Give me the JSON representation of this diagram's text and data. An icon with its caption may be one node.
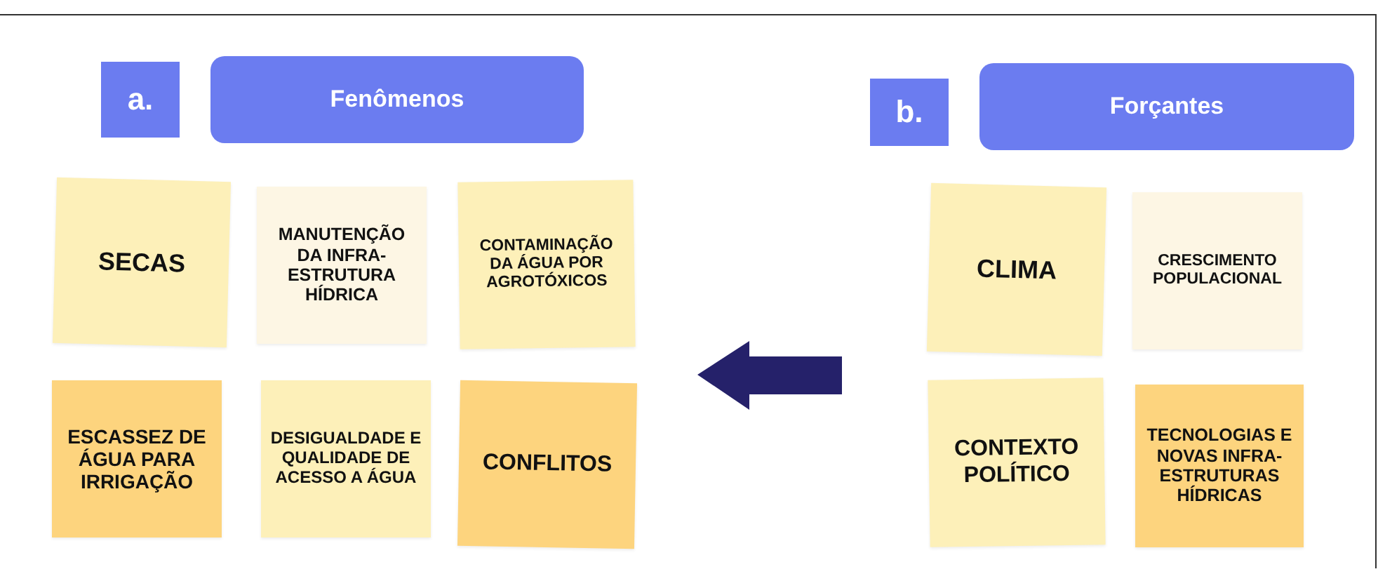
{
  "diagram": {
    "nodes": [
      {
        "text": [
          "a."
        ]
      },
      {
        "text": [
          "Fenômenos"
        ]
      },
      {
        "text": [
          "b."
        ]
      },
      {
        "text": [
          "Forçantes"
        ]
      },
      {
        "text": [
          "SECAS"
        ]
      },
      {
        "text": [
          "MANUTENÇÃO DA INFRA-ESTRUTURA HÍDRICA"
        ]
      },
      {
        "text": [
          "CONTAMINAÇÃO DA ÁGUA POR AGROTÓXICOS"
        ]
      },
      {
        "text": [
          "ESCASSEZ DE ÁGUA PARA IRRIGAÇÃO"
        ]
      },
      {
        "text": [
          "DESIGUALDADE E QUALIDADE DE ACESSO A ÁGUA"
        ]
      },
      {
        "text": [
          "CONFLITOS"
        ]
      },
      {
        "text": [
          "CLIMA"
        ]
      },
      {
        "text": [
          "CRESCIMENTO POPULACIONAL"
        ]
      },
      {
        "text": [
          "CONTEXTO POLÍTICO"
        ]
      },
      {
        "text": [
          "TECNOLOGIAS E NOVAS INFRA-ESTRUTURAS HÍDRICAS"
        ]
      }
    ]
  }
}
